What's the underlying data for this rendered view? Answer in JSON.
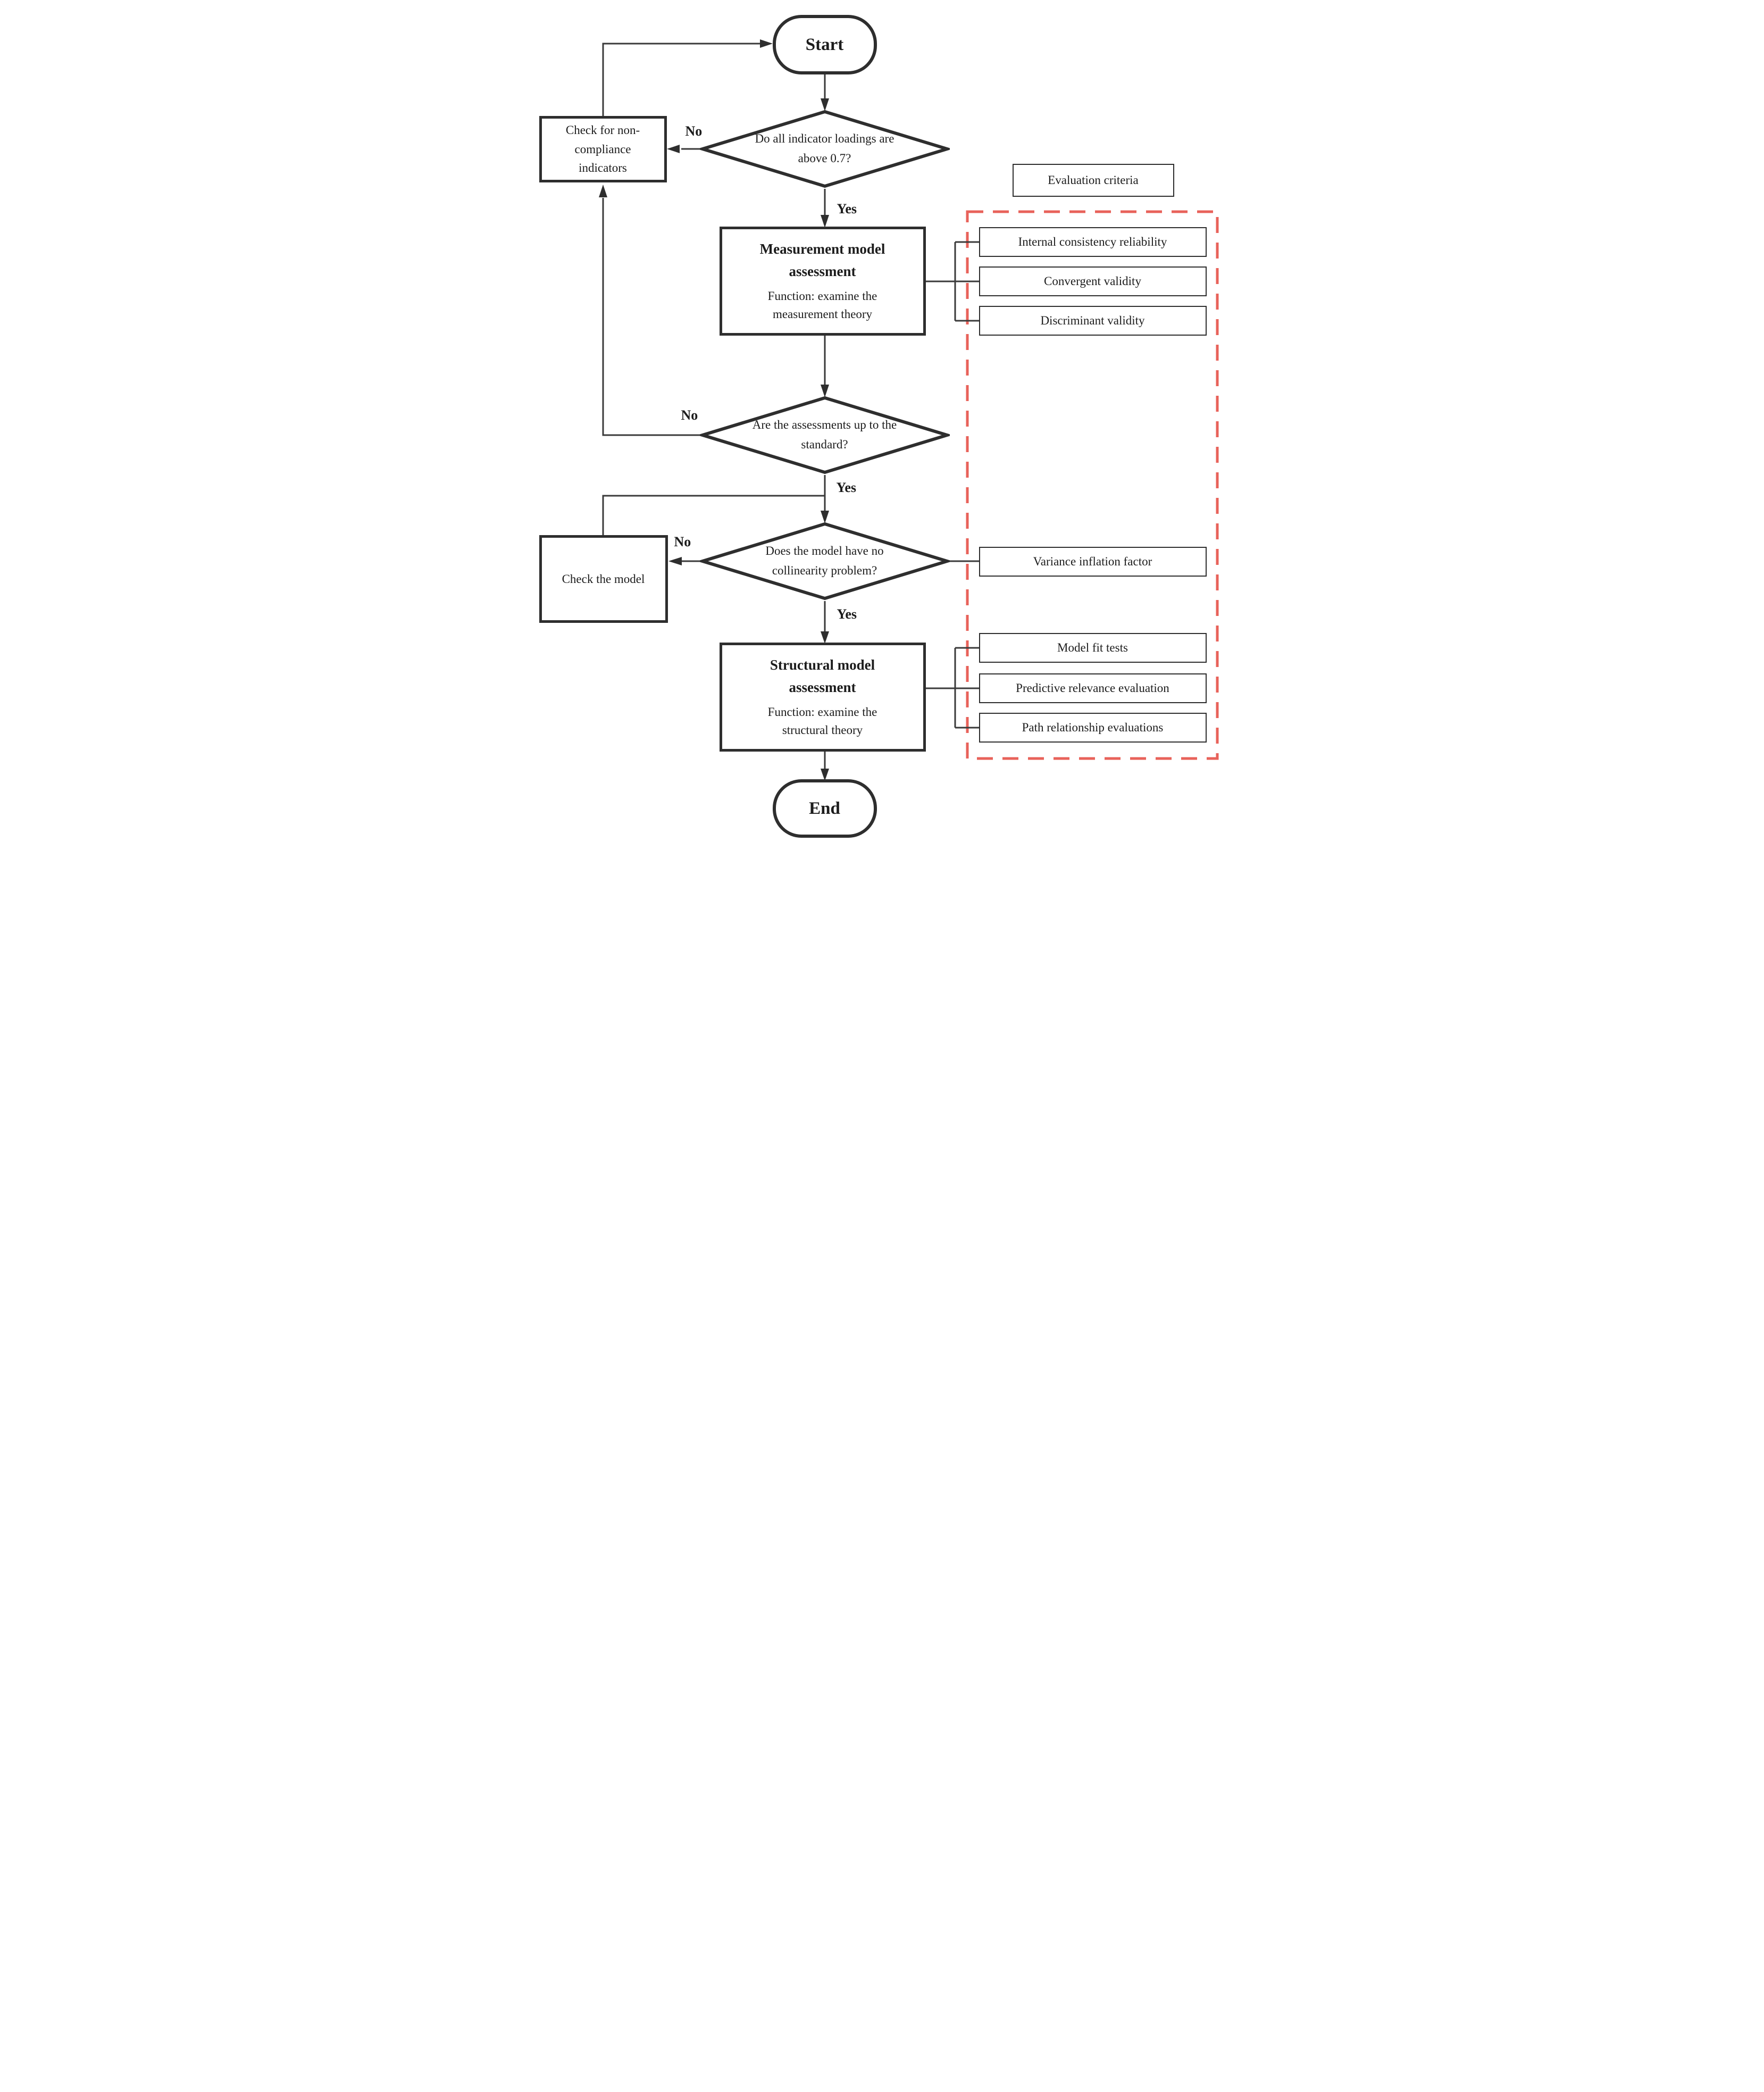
{
  "nodes": {
    "start": {
      "label": "Start"
    },
    "loadings_decision": {
      "label": "Do all indicator loadings are\nabove 0.7?"
    },
    "check_indicators": {
      "label": "Check for non-\ncompliance\nindicators"
    },
    "measurement": {
      "title": "Measurement model\nassessment",
      "subtitle": "Function: examine the\nmeasurement theory"
    },
    "standard_decision": {
      "label": "Are the assessments up to the\nstandard?"
    },
    "collinearity_decision": {
      "label": "Does the model have no\ncollinearity problem?"
    },
    "check_model": {
      "label": "Check the model"
    },
    "structural": {
      "title": "Structural model\nassessment",
      "subtitle": "Function: examine the\nstructural theory"
    },
    "end": {
      "label": "End"
    }
  },
  "criteria_panel": {
    "header": "Evaluation criteria",
    "measurement_items": [
      "Internal consistency reliability",
      "Convergent validity",
      "Discriminant validity"
    ],
    "collinearity_item": "Variance inflation factor",
    "structural_items": [
      "Model fit tests",
      "Predictive relevance evaluation",
      "Path relationship evaluations"
    ]
  },
  "edge_labels": {
    "yes": "Yes",
    "no": "No"
  },
  "colors": {
    "line": "#3a3a3a",
    "shape_border": "#2e2e2e",
    "dashed_panel": "#e8625a",
    "text": "#1c1c1c"
  }
}
